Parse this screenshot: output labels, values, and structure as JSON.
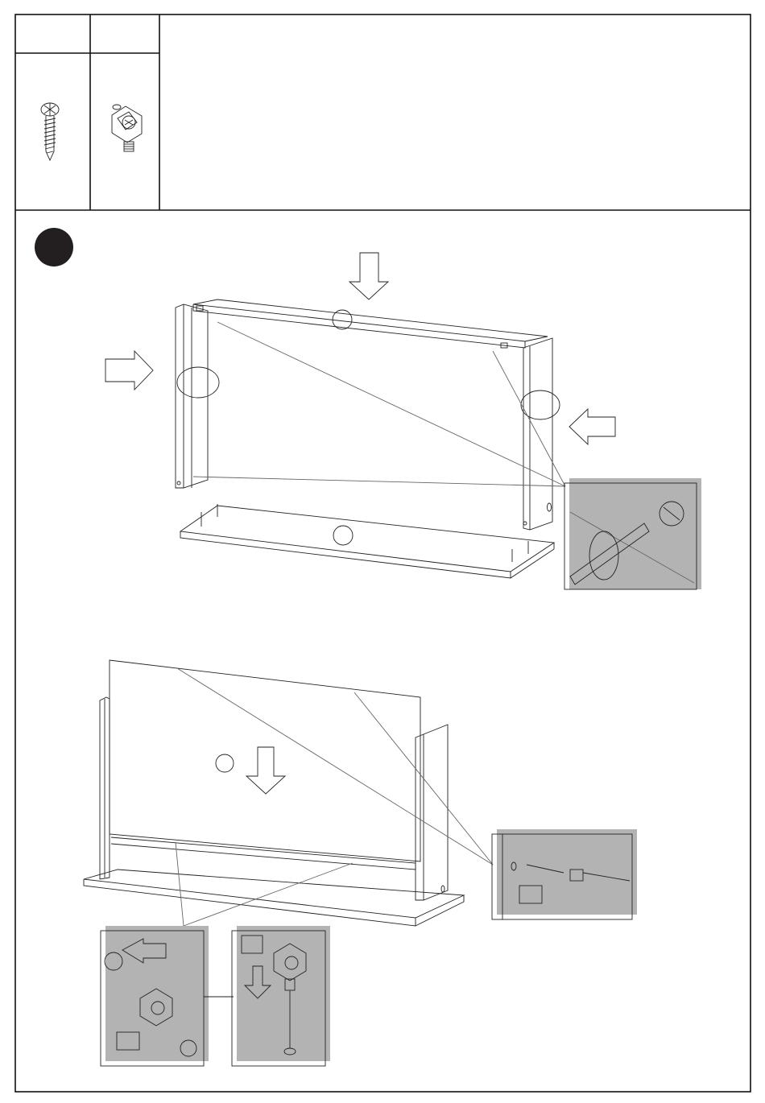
{
  "parts_table": {
    "columns": [
      {
        "id": "part-screw",
        "icon": "wood-screw-icon",
        "label": ""
      },
      {
        "id": "part-bracket",
        "icon": "corner-bracket-cam-icon",
        "label": ""
      }
    ]
  },
  "step": {
    "badge_color": "#231f20",
    "arrow_fill": "#ffffff",
    "shadow_color": "#b3b3b3"
  },
  "figure_top": {
    "arrows": [
      "down-arrow-icon",
      "right-arrow-icon",
      "left-arrow-icon"
    ],
    "callout": "cam-dowel-detail"
  },
  "figure_bottom": {
    "arrows": [
      "down-arrow-icon"
    ],
    "callouts": [
      "bolt-insert-detail",
      "bracket-insert-detail",
      "bracket-fix-detail"
    ]
  }
}
